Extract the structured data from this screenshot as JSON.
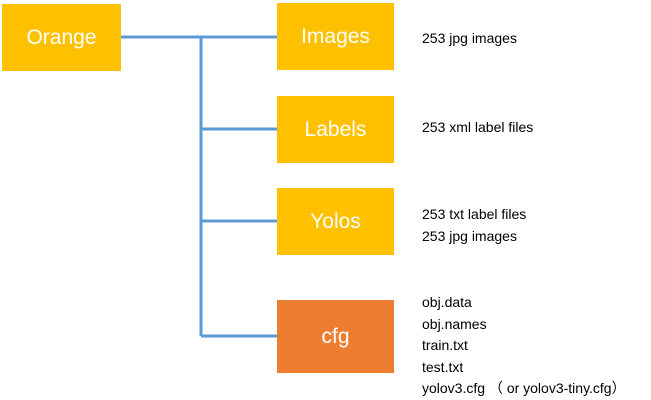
{
  "colors": {
    "folder_fill": "#FFC000",
    "highlight_fill": "#ED7D31",
    "connector": "#5B9BD5",
    "label_text": "#FFFFFF",
    "description_text": "#000000"
  },
  "root": {
    "label": "Orange"
  },
  "children": [
    {
      "label": "Images",
      "fill": "folder",
      "description": [
        "253 jpg images"
      ]
    },
    {
      "label": "Labels",
      "fill": "folder",
      "description": [
        "253 xml label files"
      ]
    },
    {
      "label": "Yolos",
      "fill": "folder",
      "description": [
        "253 txt label files",
        "253 jpg images"
      ]
    },
    {
      "label": "cfg",
      "fill": "highlight",
      "description": [
        "obj.data",
        "obj.names",
        "train.txt",
        "test.txt",
        "yolov3.cfg （ or yolov3-tiny.cfg）"
      ]
    }
  ]
}
